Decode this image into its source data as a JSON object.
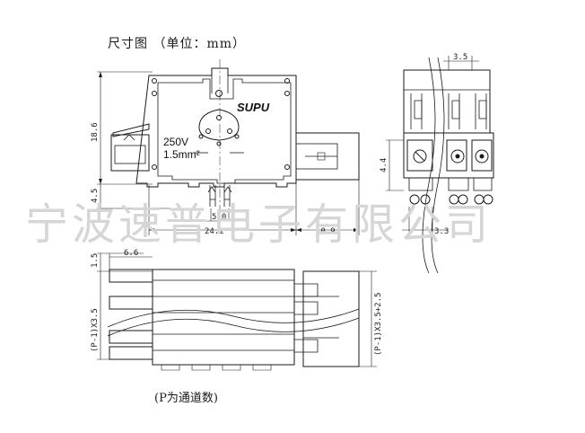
{
  "title": "尺寸图 （单位：mm）",
  "footnote": "(P为通道数)",
  "watermark": "宁波速普电子有限公司",
  "product": {
    "brand": "SUPU",
    "voltage": "250V",
    "wire": "1.5mm²"
  },
  "dimensions": {
    "front_height": "18.6",
    "front_bottom": "4.5",
    "pin_spacing": "5.0",
    "body_width": "24.2",
    "plug_width": "10.9",
    "side_pitch_top": "3.5",
    "side_pin_height": "4.4",
    "side_pitch_bottom": "3.3",
    "top_offset_small": "1.5",
    "top_offset": "6.6",
    "top_left_total": "(P-1)X3.5",
    "top_right_total": "(P-1)X3.5+2.5"
  },
  "colors": {
    "line": "#1a1a1a",
    "watermark": "#d6d6d6"
  }
}
